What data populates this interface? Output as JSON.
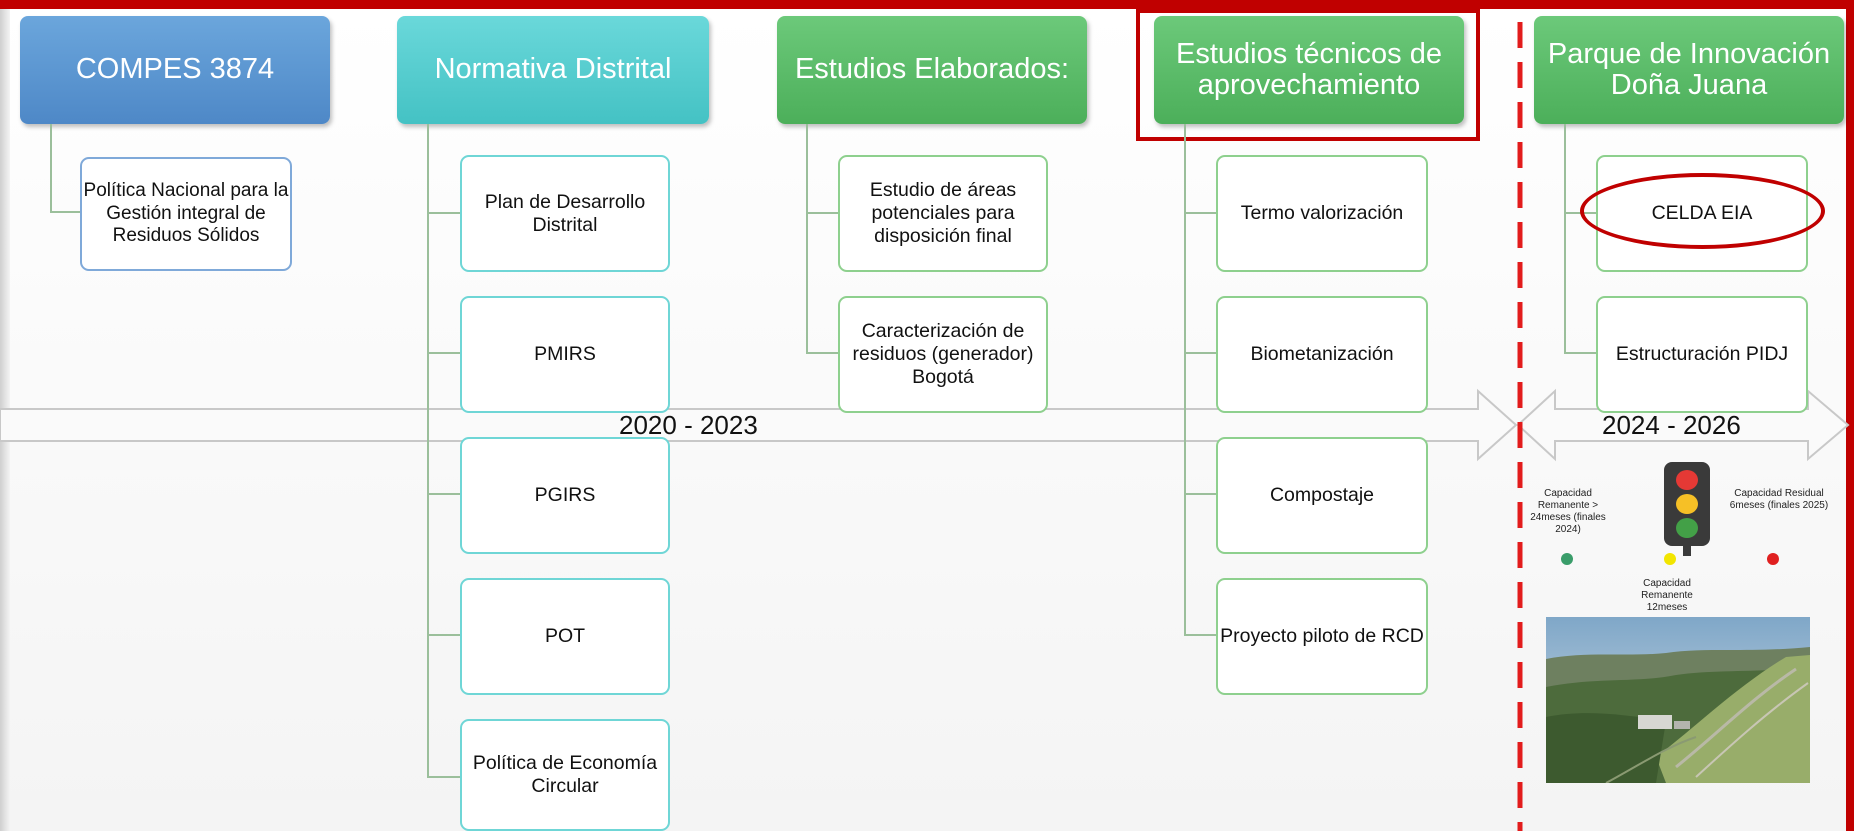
{
  "columns": [
    {
      "header": "COMPES 3874",
      "items": [
        "Política Nacional para la  Gestión integral de Residuos Sólidos"
      ]
    },
    {
      "header": "Normativa Distrital",
      "items": [
        "Plan de Desarrollo Distrital",
        "PMIRS",
        "PGIRS",
        "POT",
        "Política de Economía Circular"
      ]
    },
    {
      "header": "Estudios Elaborados:",
      "items": [
        "Estudio de áreas potenciales para disposición final",
        "Caracterización de residuos (generador) Bogotá"
      ]
    },
    {
      "header": "Estudios técnicos de aprovechamiento",
      "items": [
        "Termo valorización",
        "Biometanización",
        "Compostaje",
        "Proyecto piloto de RCD"
      ]
    },
    {
      "header": "Parque de Innovación Doña Juana",
      "items": [
        "CELDA EIA",
        "Estructuración PIDJ"
      ]
    }
  ],
  "timeline": {
    "period1": "2020 - 2023",
    "period2": "2024 - 2026"
  },
  "traffic_light": {
    "green_label": "Capacidad Remanente > 24meses (finales 2024)",
    "yellow_label": "Capacidad Remanente 12meses",
    "red_label": "Capacidad Residual 6meses (finales 2025)"
  },
  "colors": {
    "blue": "#5b9bd5",
    "teal": "#4fcdcf",
    "green": "#5cbf66",
    "red": "#c00000"
  },
  "photo": "landfill-site-photo"
}
